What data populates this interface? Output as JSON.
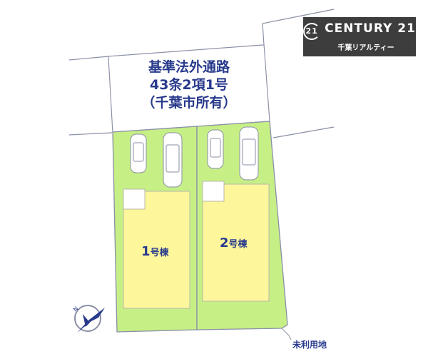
{
  "logo": {
    "mark": "21",
    "brand": "CENTURY 21",
    "subtitle": "千葉リアルティー",
    "background": "#3d3d3d"
  },
  "road": {
    "lines": [
      "基準法外通路",
      "43条2項1号",
      "（千葉市所有）"
    ]
  },
  "lots": [
    {
      "number": "1",
      "suffix": "号棟",
      "parking_spaces": 2
    },
    {
      "number": "2",
      "suffix": "号棟",
      "parking_spaces": 2
    }
  ],
  "annotations": {
    "unused_land": "未利用地",
    "compass": "N"
  },
  "colors": {
    "lot_green": "#c6ef86",
    "building_yellow": "#fdf69a",
    "label_navy": "#283a8c",
    "outline_gray": "#8a8fa6"
  }
}
